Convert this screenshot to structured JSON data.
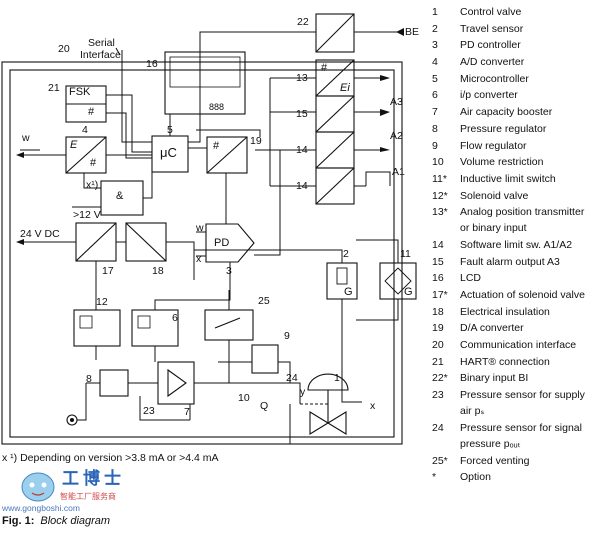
{
  "figure": {
    "caption_label": "Fig. 1:",
    "caption_text": "Block diagram",
    "footnote": "x ¹) Depending on version >3.8 mA or >4.4 mA"
  },
  "diagram_labels": {
    "fsk": "FSK",
    "hash": "#",
    "e": "E",
    "uc": "μC",
    "and": "&",
    "pd": "PD",
    "g": "G",
    "ei": "Ei",
    "w": "w",
    "x": "x",
    "y": "y",
    "q": "Q",
    "be": "BE",
    "a1": "A1",
    "a2": "A2",
    "a3": "A3",
    "dc24": "24 V DC",
    "gt12": ">12 V",
    "x1": "x¹)",
    "serial_interface_1": "Serial",
    "serial_interface_2": "Interface",
    "lcd_digits": "888"
  },
  "block_numbers": [
    "1",
    "2",
    "3",
    "4",
    "5",
    "6",
    "7",
    "8",
    "9",
    "10",
    "11",
    "12",
    "13",
    "14",
    "14",
    "15",
    "16",
    "17",
    "18",
    "19",
    "20",
    "21",
    "22",
    "23",
    "24",
    "25"
  ],
  "legend": [
    {
      "num": "1",
      "text": "Control valve"
    },
    {
      "num": "2",
      "text": "Travel sensor"
    },
    {
      "num": "3",
      "text": "PD controller"
    },
    {
      "num": "4",
      "text": "A/D converter"
    },
    {
      "num": "5",
      "text": "Microcontroller"
    },
    {
      "num": "6",
      "text": "i/p converter"
    },
    {
      "num": "7",
      "text": "Air capacity booster"
    },
    {
      "num": "8",
      "text": "Pressure regulator"
    },
    {
      "num": "9",
      "text": "Flow regulator"
    },
    {
      "num": "10",
      "text": "Volume restriction"
    },
    {
      "num": "11*",
      "text": "Inductive limit switch"
    },
    {
      "num": "12*",
      "text": "Solenoid valve"
    },
    {
      "num": "13*",
      "text": "Analog position transmitter",
      "text2": "or binary input"
    },
    {
      "num": "14",
      "text": "Software limit sw. A1/A2"
    },
    {
      "num": "15",
      "text": "Fault alarm output A3"
    },
    {
      "num": "16",
      "text": "LCD"
    },
    {
      "num": "17*",
      "text": "Actuation of solenoid valve"
    },
    {
      "num": "18",
      "text": "Electrical insulation"
    },
    {
      "num": "19",
      "text": "D/A converter"
    },
    {
      "num": "20",
      "text": "Communication interface"
    },
    {
      "num": "21",
      "text": "HART® connection"
    },
    {
      "num": "22*",
      "text": "Binary input BI"
    },
    {
      "num": "23",
      "text": "Pressure sensor for supply",
      "text2": "air pₛ"
    },
    {
      "num": "24",
      "text": "Pressure sensor for signal",
      "text2": "pressure pₒᵤₜ"
    },
    {
      "num": "25*",
      "text": "Forced venting"
    },
    {
      "num": "*",
      "text": "Option"
    }
  ],
  "watermark": {
    "brand": "工博士",
    "sub": "智能工厂服务商",
    "url": "www.gongboshi.com"
  }
}
